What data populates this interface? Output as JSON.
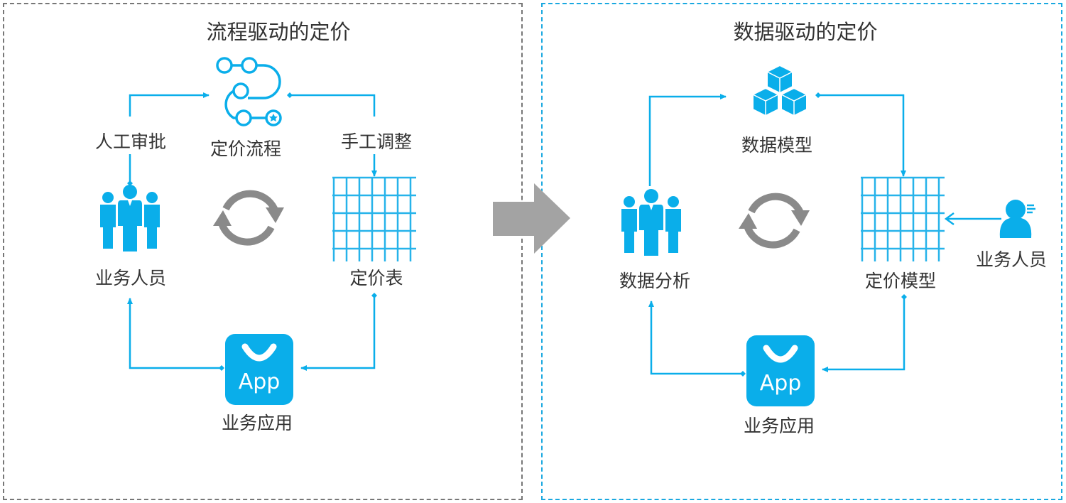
{
  "colors": {
    "accent": "#0aaeea",
    "cycle_gray": "#8a8a8a",
    "arrow_gray": "#a3a3a3",
    "text": "#333333",
    "left_border": "#777777",
    "right_border": "#1aa8e0"
  },
  "left_panel": {
    "title": "流程驱动的定价",
    "nodes": {
      "process": {
        "label": "定价流程",
        "icon": "process-flow-icon"
      },
      "people": {
        "label": "业务人员",
        "icon": "people-group-icon"
      },
      "table": {
        "label": "定价表",
        "icon": "grid-table-icon"
      },
      "app": {
        "label": "业务应用",
        "icon": "app-bag-icon",
        "badge": "App"
      }
    },
    "edge_labels": {
      "approval": "人工审批",
      "adjust": "手工调整"
    },
    "cycle_icon": "refresh-cycle-icon"
  },
  "transition_arrow": "right-arrow-icon",
  "right_panel": {
    "title": "数据驱动的定价",
    "nodes": {
      "model": {
        "label": "数据模型",
        "icon": "cubes-icon"
      },
      "analysis": {
        "label": "数据分析",
        "icon": "people-group-icon"
      },
      "pricing_model": {
        "label": "定价模型",
        "icon": "grid-table-icon"
      },
      "staff": {
        "label": "业务人员",
        "icon": "user-icon"
      },
      "app": {
        "label": "业务应用",
        "icon": "app-bag-icon",
        "badge": "App"
      }
    },
    "cycle_icon": "refresh-cycle-icon"
  }
}
